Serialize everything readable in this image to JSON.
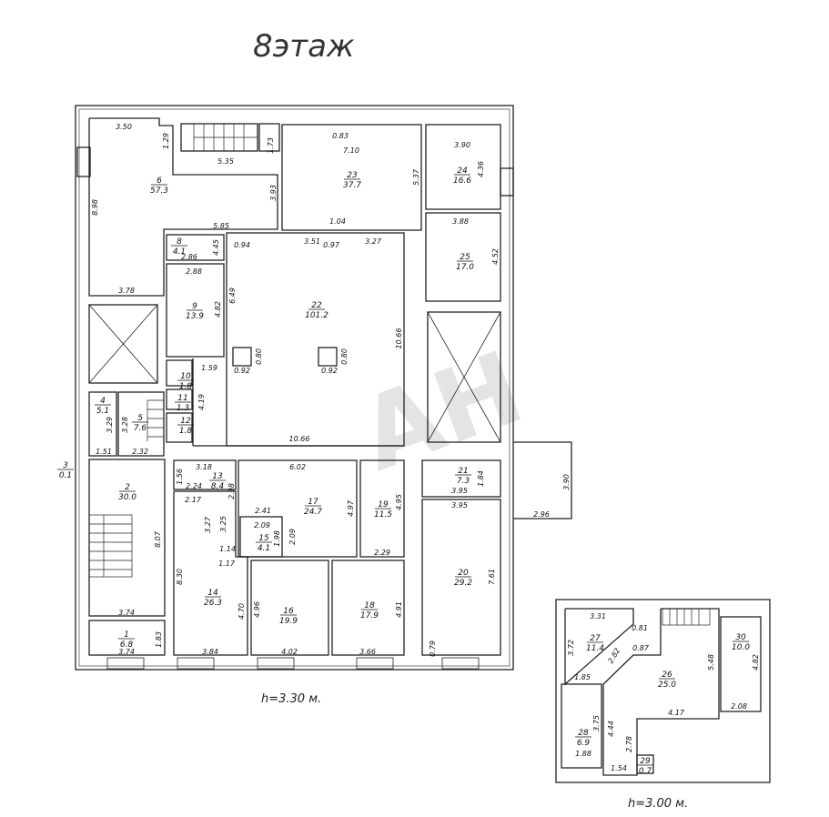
{
  "title": "8этаж",
  "height_main": "h=3.30 м.",
  "height_annex": "h=3.00 м.",
  "watermark": "АН",
  "rooms": [
    {
      "id": "6",
      "num": "6",
      "area": "57.3"
    },
    {
      "id": "23",
      "num": "23",
      "area": "37.7"
    },
    {
      "id": "24",
      "num": "24",
      "area": "16.6"
    },
    {
      "id": "25",
      "num": "25",
      "area": "17.0"
    },
    {
      "id": "8",
      "num": "8",
      "area": "4.1"
    },
    {
      "id": "9",
      "num": "9",
      "area": "13.9"
    },
    {
      "id": "22",
      "num": "22",
      "area": "101.2"
    },
    {
      "id": "10",
      "num": "10",
      "area": "1.8"
    },
    {
      "id": "11",
      "num": "11",
      "area": "1.3"
    },
    {
      "id": "12",
      "num": "12",
      "area": "1.8"
    },
    {
      "id": "4",
      "num": "4",
      "area": "5.1"
    },
    {
      "id": "5",
      "num": "5",
      "area": "7.6"
    },
    {
      "id": "3",
      "num": "3",
      "area": "0.1"
    },
    {
      "id": "2",
      "num": "2",
      "area": "30.0"
    },
    {
      "id": "13",
      "num": "13",
      "area": "8.4"
    },
    {
      "id": "17",
      "num": "17",
      "area": "24.7"
    },
    {
      "id": "19",
      "num": "19",
      "area": "11.5"
    },
    {
      "id": "21",
      "num": "21",
      "area": "7.3"
    },
    {
      "id": "15",
      "num": "15",
      "area": "4.1"
    },
    {
      "id": "14",
      "num": "14",
      "area": "26.3"
    },
    {
      "id": "16",
      "num": "16",
      "area": "19.9"
    },
    {
      "id": "18",
      "num": "18",
      "area": "17.9"
    },
    {
      "id": "20",
      "num": "20",
      "area": "29.2"
    },
    {
      "id": "1",
      "num": "1",
      "area": "6.8"
    },
    {
      "id": "27",
      "num": "27",
      "area": "11.4"
    },
    {
      "id": "26",
      "num": "26",
      "area": "25.0"
    },
    {
      "id": "30",
      "num": "30",
      "area": "10.0"
    },
    {
      "id": "28",
      "num": "28",
      "area": "6.9"
    },
    {
      "id": "29",
      "num": "29",
      "area": "0.7"
    }
  ],
  "dims": [
    "3.50",
    "1.29",
    "5.35",
    "1.73",
    "8.98",
    "3.93",
    "5.85",
    "3.78",
    "0.83",
    "7.10",
    "5.37",
    "1.04",
    "3.51",
    "0.97",
    "3.27",
    "3.90",
    "4.36",
    "3.88",
    "4.52",
    "4.45",
    "0.94",
    "2.86",
    "2.88",
    "6.49",
    "4.82",
    "0.80",
    "0.92",
    "0.80",
    "0.92",
    "10.66",
    "1.59",
    "4.19",
    "3.29",
    "3.28",
    "1.51",
    "2.32",
    "10.66",
    "3.18",
    "1.56",
    "2.24",
    "2.98",
    "6.02",
    "4.97",
    "4.95",
    "3.95",
    "1.84",
    "3.95",
    "3.90",
    "2.96",
    "2.17",
    "3.27",
    "3.25",
    "2.41",
    "2.09",
    "1.98",
    "2.09",
    "1.14",
    "1.17",
    "2.29",
    "8.07",
    "8.30",
    "4.70",
    "4.96",
    "4.91",
    "7.61",
    "3.74",
    "3.74",
    "1.83",
    "3.84",
    "4.02",
    "3.66",
    "0.79",
    "3.31",
    "3.72",
    "0.81",
    "0.87",
    "2.82",
    "5.48",
    "4.82",
    "1.85",
    "3.75",
    "4.44",
    "4.17",
    "2.08",
    "2.78",
    "1.88",
    "1.54"
  ]
}
